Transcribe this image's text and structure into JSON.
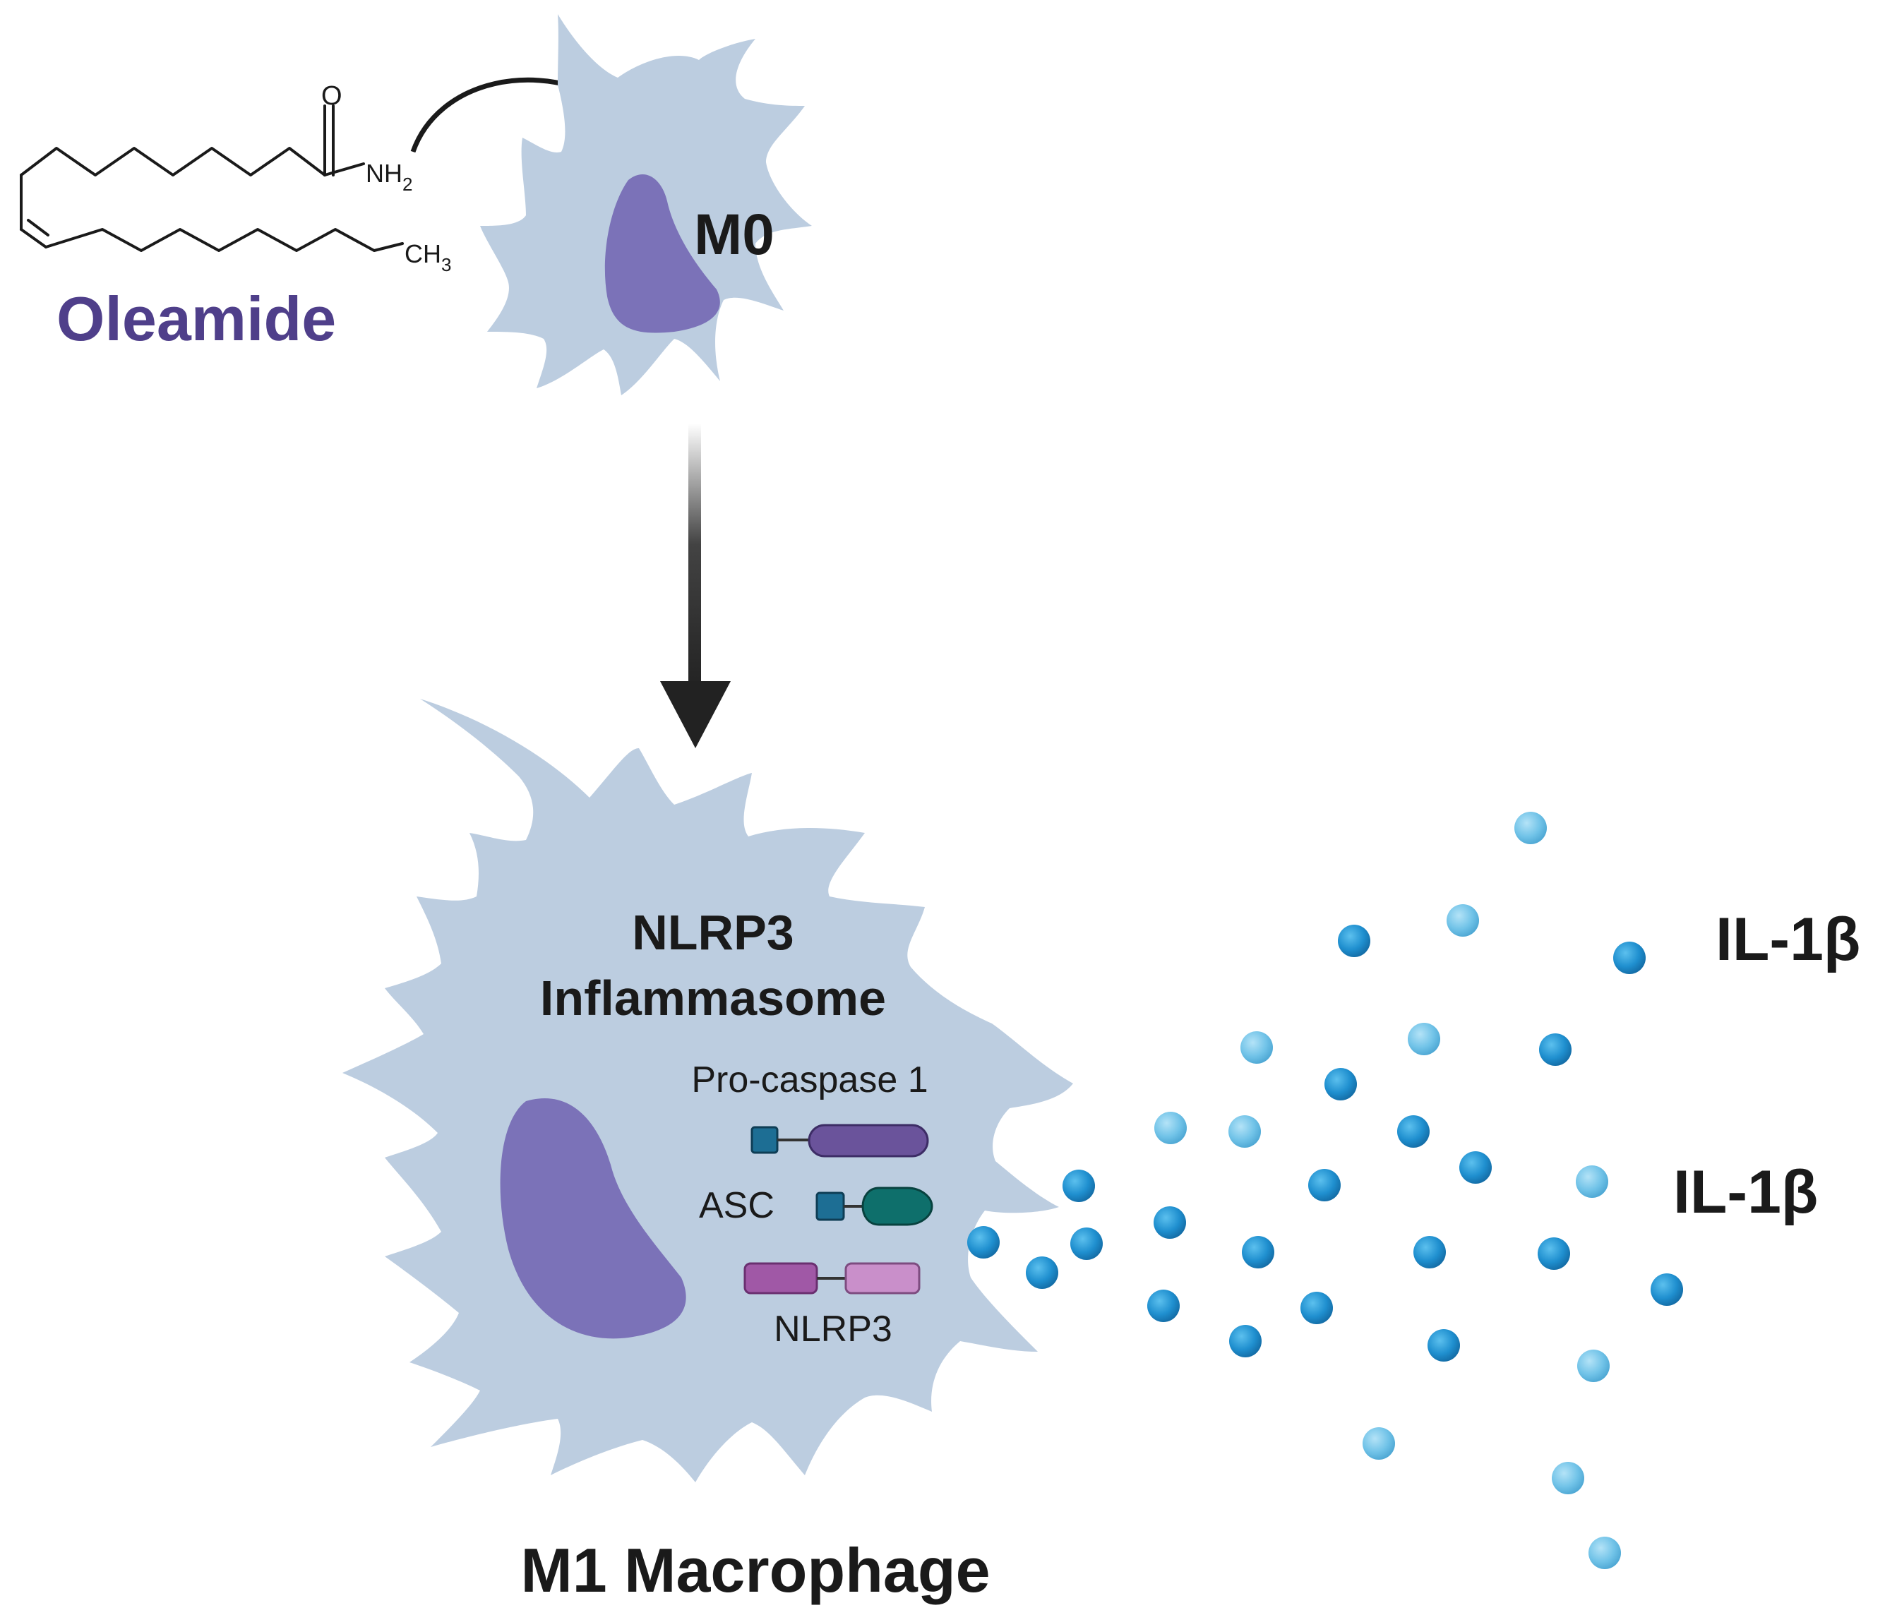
{
  "molecule": {
    "name": "Oleamide",
    "o_label": "O",
    "nh2_label": "NH",
    "nh2_sub": "2",
    "ch3_label": "CH",
    "ch3_sub": "3"
  },
  "cell_m0": {
    "label": "M0"
  },
  "cell_m1": {
    "label": "M1 Macrophage",
    "complex_title_line1": "NLRP3",
    "complex_title_line2": "Inflammasome",
    "components": {
      "procaspase": "Pro-caspase 1",
      "asc": "ASC",
      "nlrp3": "NLRP3"
    }
  },
  "cytokines": {
    "label_1": "IL-1β",
    "label_2": "IL-1β"
  },
  "colors": {
    "cell_fill": "#bccde0",
    "nucleus": "#7b72b8",
    "molecule_name": "#4f3f8a",
    "procaspase_body": "#6a539b",
    "procaspase_cap": "#1d6e94",
    "asc_body": "#0e6f6b",
    "asc_cap": "#1d6e94",
    "nlrp3_left": "#a058a6",
    "nlrp3_right": "#c98fca",
    "cytokine_dark": "#1f8fcf",
    "cytokine_light": "#71c3e8",
    "arrow": "#222222"
  }
}
